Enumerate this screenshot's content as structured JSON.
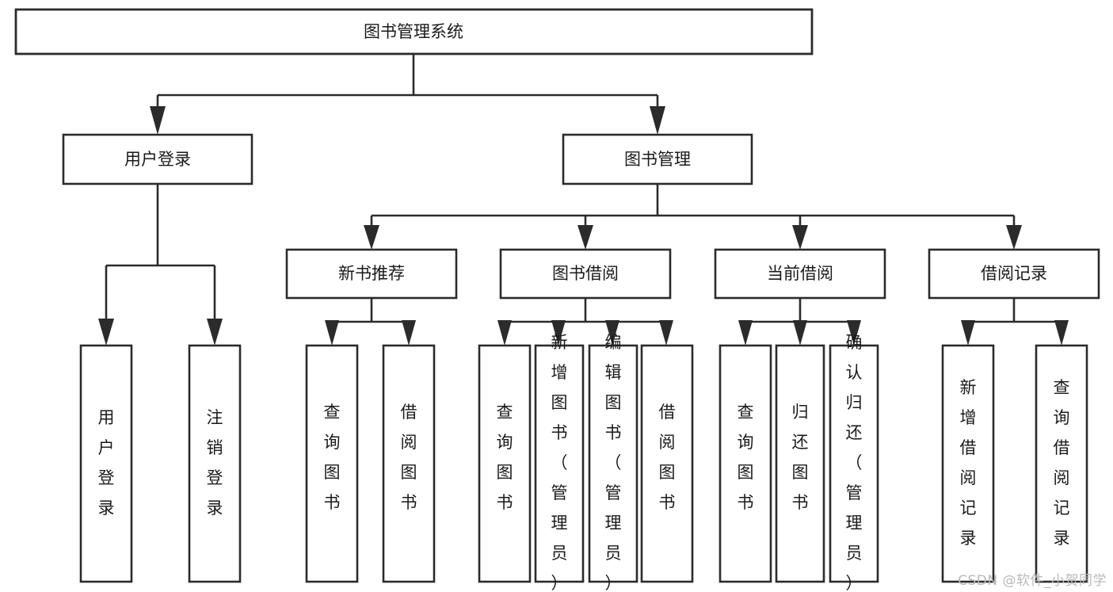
{
  "diagram": {
    "title": "图书管理系统",
    "type": "hierarchy-tree",
    "watermark": "CSDN @软件_小贺同学",
    "root": {
      "label": "图书管理系统",
      "id": "root"
    },
    "level1": [
      {
        "id": "user-login",
        "label": "用户登录"
      },
      {
        "id": "book-manage",
        "label": "图书管理"
      }
    ],
    "level2": [
      {
        "id": "new-book-recommend",
        "label": "新书推荐",
        "parent": "book-manage"
      },
      {
        "id": "book-borrow",
        "label": "图书借阅",
        "parent": "book-manage"
      },
      {
        "id": "current-borrow",
        "label": "当前借阅",
        "parent": "book-manage"
      },
      {
        "id": "borrow-record",
        "label": "借阅记录",
        "parent": "book-manage"
      }
    ],
    "leaves": {
      "user-login": [
        {
          "id": "leaf-user-login",
          "label": "用户登录"
        },
        {
          "id": "leaf-logout-login",
          "label": "注销登录"
        }
      ],
      "new-book-recommend": [
        {
          "id": "leaf-query-book-1",
          "label": "查询图书"
        },
        {
          "id": "leaf-borrow-book-1",
          "label": "借阅图书"
        }
      ],
      "book-borrow": [
        {
          "id": "leaf-query-book-2",
          "label": "查询图书"
        },
        {
          "id": "leaf-add-book",
          "label": "新增图书（管理员）"
        },
        {
          "id": "leaf-edit-book",
          "label": "编辑图书（管理员）"
        },
        {
          "id": "leaf-borrow-book-2",
          "label": "借阅图书"
        }
      ],
      "current-borrow": [
        {
          "id": "leaf-query-book-3",
          "label": "查询图书"
        },
        {
          "id": "leaf-return-book",
          "label": "归还图书"
        },
        {
          "id": "leaf-confirm-return",
          "label": "确认归还（管理员）"
        }
      ],
      "borrow-record": [
        {
          "id": "leaf-add-record",
          "label": "新增借阅记录"
        },
        {
          "id": "leaf-query-record",
          "label": "查询借阅记录"
        }
      ]
    },
    "colors": {
      "stroke": "#2b2b2b",
      "fill": "#ffffff",
      "text": "#1a1a1a",
      "watermark": "#b9b9b9"
    }
  }
}
